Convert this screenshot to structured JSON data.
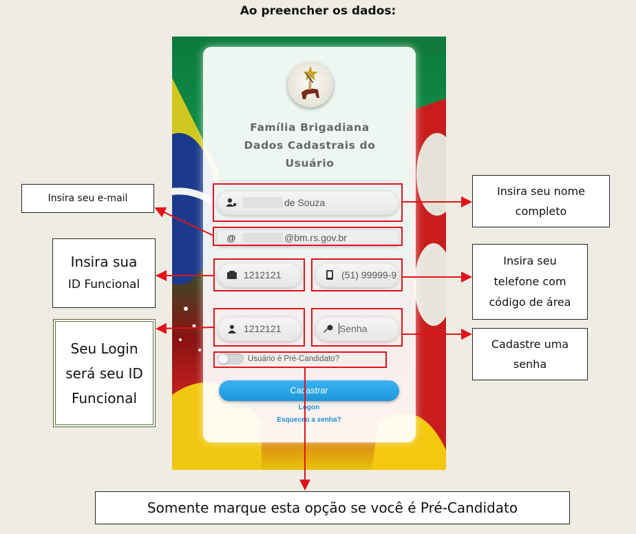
{
  "header": {
    "title": "Ao preencher os dados:"
  },
  "form": {
    "title_lines": [
      "Família Brigadiana",
      "Dados Cadastrais do",
      "Usuário"
    ],
    "name": {
      "icon": "user-icon",
      "value": "de Souza"
    },
    "email": {
      "icon": "at-icon",
      "value": "@bm.rs.gov.br"
    },
    "id_funcional": {
      "icon": "id-card-icon",
      "value": "1212121"
    },
    "phone": {
      "icon": "phone-icon",
      "value": "(51) 99999-9"
    },
    "login": {
      "icon": "user-icon",
      "value": "1212121"
    },
    "password": {
      "icon": "key-icon",
      "placeholder": "Senha"
    },
    "pre_candidate": {
      "label": "Usuário é Pré-Candidato?",
      "checked": false
    },
    "submit_label": "Cadastrar",
    "logon_link": "Logon",
    "forgot_link": "Esqueceu a senha?"
  },
  "callouts": {
    "email": "Insira seu e-mail",
    "name": [
      "Insira seu nome",
      "completo"
    ],
    "id_funcional": [
      "Insira sua",
      "ID Funcional"
    ],
    "phone": [
      "Insira seu",
      "telefone com",
      "código de área"
    ],
    "login": [
      "Seu Login",
      "será seu ID",
      "Funcional"
    ],
    "password": [
      "Cadastre uma",
      "senha"
    ],
    "pre_candidate": "Somente marque esta opção se você é Pré-Candidato"
  },
  "colors": {
    "highlight": "#e2121a",
    "button": "#1a96da",
    "link": "#1a90d6"
  }
}
